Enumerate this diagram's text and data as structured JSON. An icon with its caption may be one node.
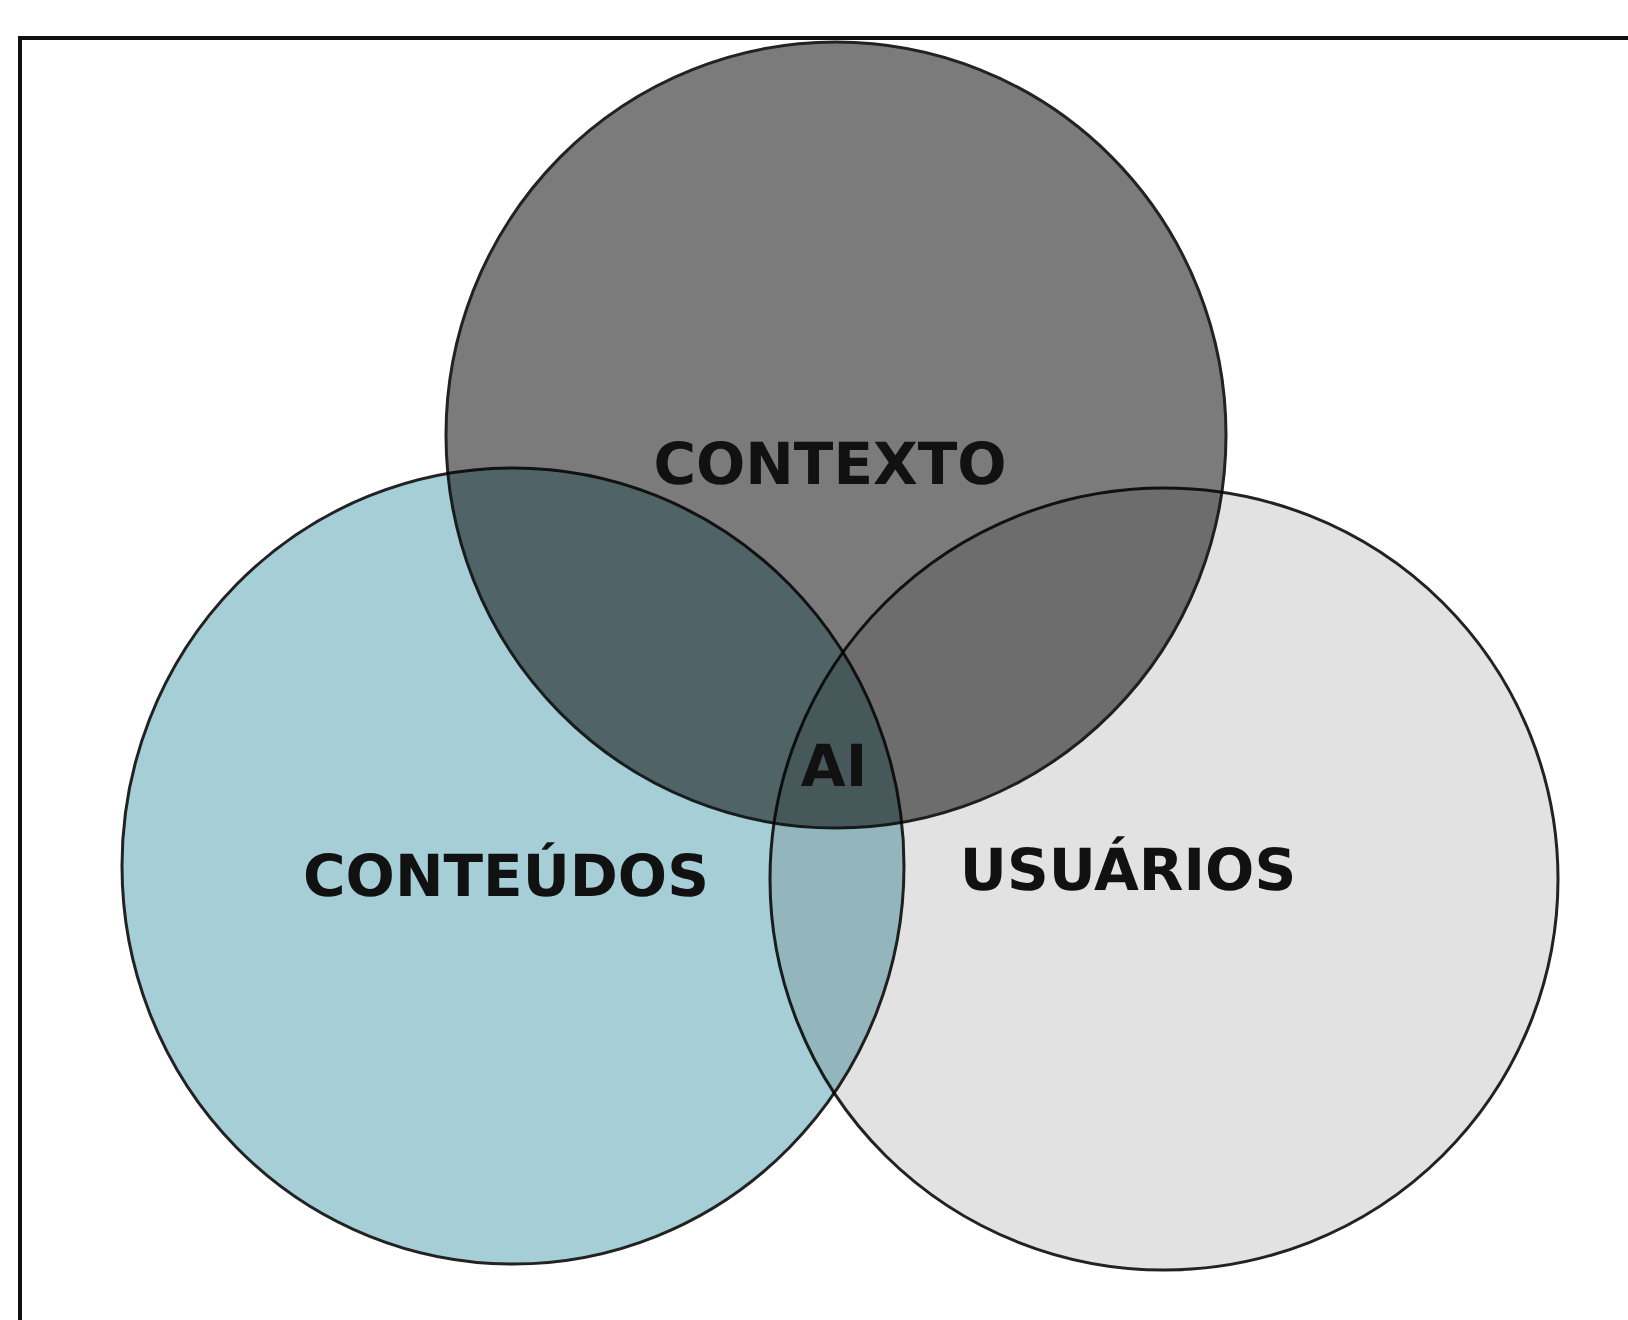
{
  "diagram": {
    "nodes": [
      {
        "text": [
          "CONTEXTO"
        ]
      },
      {
        "text": [
          "CONTEÚDOS"
        ]
      },
      {
        "text": [
          "USUÁRIOS"
        ]
      }
    ],
    "labels": [
      "AI"
    ]
  }
}
